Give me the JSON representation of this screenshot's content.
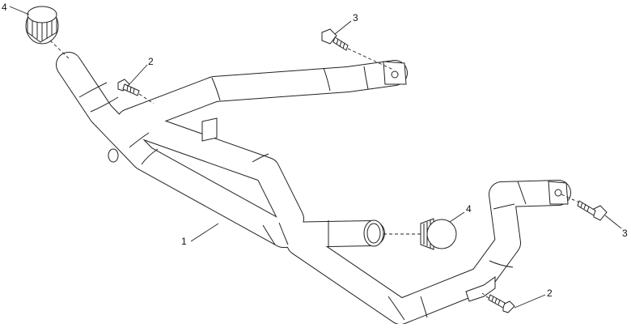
{
  "callouts": {
    "frame": "1",
    "bolt_m6_left": "2",
    "bolt_m6_right": "2",
    "bolt_m8_top": "3",
    "bolt_m8_right": "3",
    "cap_top": "4",
    "cap_right": "4"
  },
  "colors": {
    "line": "#222222",
    "background": "#ffffff"
  }
}
